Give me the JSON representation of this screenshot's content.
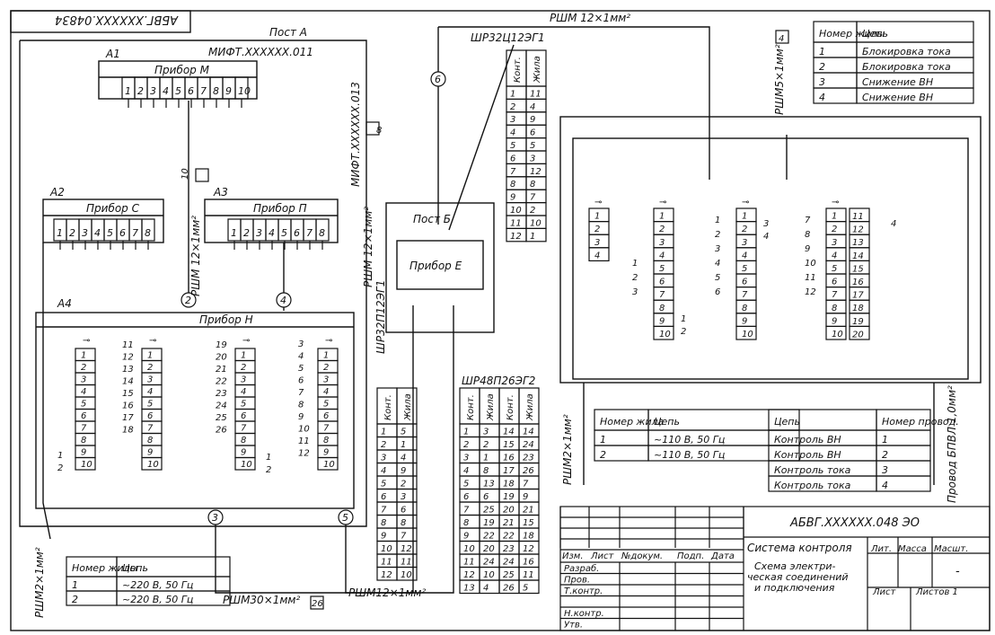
{
  "corner_code": "АБВГ.XXXXXX.04834",
  "posts": {
    "a": "Пост А",
    "b": "Пост Б"
  },
  "devices": {
    "m": {
      "ref": "А1",
      "name": "Прибор М",
      "doc": "МИФТ.XXXXXX.011",
      "pins": [
        "1",
        "2",
        "3",
        "4",
        "5",
        "6",
        "7",
        "8",
        "9",
        "10"
      ]
    },
    "c": {
      "ref": "А2",
      "name": "Прибор С",
      "pins": [
        "1",
        "2",
        "3",
        "4",
        "5",
        "6",
        "7",
        "8"
      ]
    },
    "p": {
      "ref": "А3",
      "name": "Прибор П",
      "doc": "МИФТ.XXXXXX.013",
      "pins": [
        "1",
        "2",
        "3",
        "4",
        "5",
        "6",
        "7",
        "8"
      ]
    },
    "h": {
      "ref": "А4",
      "name": "Прибор Н"
    },
    "e": {
      "name": "Прибор Е"
    }
  },
  "h_blocks": [
    {
      "left": [],
      "pins": [
        "1",
        "2",
        "3",
        "4",
        "5",
        "6",
        "7",
        "8",
        "9",
        "10"
      ]
    },
    {
      "left": [
        "11",
        "12",
        "13",
        "14",
        "15",
        "16",
        "17",
        "18"
      ],
      "pins": [
        "1",
        "2",
        "3",
        "4",
        "5",
        "6",
        "7",
        "8",
        "9",
        "10"
      ]
    },
    {
      "left": [
        "19",
        "20",
        "21",
        "22",
        "23",
        "24",
        "25",
        "26"
      ],
      "pins": [
        "1",
        "2",
        "3",
        "4",
        "5",
        "6",
        "7",
        "8",
        "9",
        "10"
      ]
    },
    {
      "left": [
        "3",
        "4",
        "5",
        "6",
        "7",
        "8",
        "9",
        "10",
        "11",
        "12"
      ],
      "pins": [
        "1",
        "2",
        "3",
        "4",
        "5",
        "6",
        "7",
        "8",
        "9",
        "10"
      ]
    }
  ],
  "h_block1_side": [
    "1",
    "2"
  ],
  "h_block3_side": [
    "1",
    "2"
  ],
  "cables": {
    "top": "РШМ 12×1мм²",
    "c10": "РШМ 12×1мм²",
    "c10_num": "10",
    "c8": "РШМ 12×1мм²",
    "c8_num": "8",
    "c4": "РШМ5×1мм²",
    "c4_num": "4",
    "mid": "РШМ2×1мм²",
    "left": "РШМ2×1мм²",
    "bottom": "РШМ30×1мм²",
    "bottom_num": "26",
    "bottom2": "РШМ12×1мм²",
    "wire": "Провод БПВЛ 1,0мм²"
  },
  "nodes": [
    "2",
    "3",
    "4",
    "5",
    "6"
  ],
  "shr32": {
    "title": "ШР32Ц12ЭГ1",
    "headers": [
      "Конт.",
      "Жила"
    ],
    "rows": [
      [
        "1",
        "11"
      ],
      [
        "2",
        "4"
      ],
      [
        "3",
        "9"
      ],
      [
        "4",
        "6"
      ],
      [
        "5",
        "5"
      ],
      [
        "6",
        "3"
      ],
      [
        "7",
        "12"
      ],
      [
        "8",
        "8"
      ],
      [
        "9",
        "7"
      ],
      [
        "10",
        "2"
      ],
      [
        "11",
        "10"
      ],
      [
        "12",
        "1"
      ]
    ]
  },
  "shr32p": {
    "title": "ШР32П12ЭГ1",
    "headers": [
      "Конт.",
      "Жила"
    ],
    "rows": [
      [
        "1",
        "5"
      ],
      [
        "2",
        "1"
      ],
      [
        "3",
        "4"
      ],
      [
        "4",
        "9"
      ],
      [
        "5",
        "2"
      ],
      [
        "6",
        "3"
      ],
      [
        "7",
        "6"
      ],
      [
        "8",
        "8"
      ],
      [
        "9",
        "7"
      ],
      [
        "10",
        "12"
      ],
      [
        "11",
        "11"
      ],
      [
        "12",
        "10"
      ]
    ]
  },
  "shr48": {
    "title": "ШР48П26ЭГ2",
    "headers": [
      "Конт.",
      "Жила",
      "Конт.",
      "Жила"
    ],
    "rows": [
      [
        "1",
        "3",
        "14",
        "14"
      ],
      [
        "2",
        "2",
        "15",
        "24"
      ],
      [
        "3",
        "1",
        "16",
        "23"
      ],
      [
        "4",
        "8",
        "17",
        "26"
      ],
      [
        "5",
        "13",
        "18",
        "7"
      ],
      [
        "6",
        "6",
        "19",
        "9"
      ],
      [
        "7",
        "25",
        "20",
        "21"
      ],
      [
        "8",
        "19",
        "21",
        "15"
      ],
      [
        "9",
        "22",
        "22",
        "18"
      ],
      [
        "10",
        "20",
        "23",
        "12"
      ],
      [
        "11",
        "24",
        "24",
        "16"
      ],
      [
        "12",
        "10",
        "25",
        "11"
      ],
      [
        "13",
        "4",
        "26",
        "5"
      ]
    ]
  },
  "right_blocks": [
    {
      "pins": [
        "1",
        "2",
        "3",
        "4"
      ],
      "left": [],
      "right": []
    },
    {
      "pins": [
        "1",
        "2",
        "3",
        "4",
        "5",
        "6",
        "7",
        "8",
        "9",
        "10"
      ],
      "left": [
        "1",
        "2",
        "3"
      ],
      "right": [
        "1",
        "2"
      ]
    },
    {
      "pins": [
        "1",
        "2",
        "3",
        "4",
        "5",
        "6",
        "7",
        "8",
        "9",
        "10"
      ],
      "left": [
        "1",
        "2",
        "3",
        "4",
        "5",
        "6"
      ],
      "right": [
        "3",
        "4"
      ]
    },
    {
      "pins": [
        "1",
        "2",
        "3",
        "4",
        "5",
        "6",
        "7",
        "8",
        "9",
        "10"
      ],
      "left": [
        "7",
        "8",
        "9",
        "10",
        "11",
        "12"
      ],
      "right": [
        "11",
        "12",
        "13",
        "14",
        "15",
        "16",
        "17",
        "18",
        "19",
        "20"
      ],
      "extra": "4"
    }
  ],
  "table_top": {
    "headers": [
      "Номер жилы",
      "Цепь"
    ],
    "rows": [
      [
        "1",
        "Блокировка тока"
      ],
      [
        "2",
        "Блокировка тока"
      ],
      [
        "3",
        "Снижение ВН"
      ],
      [
        "4",
        "Снижение ВН"
      ]
    ]
  },
  "table_mid": {
    "headers": [
      "Номер жила",
      "Цепь"
    ],
    "rows": [
      [
        "1",
        "~110 В, 50 Гц"
      ],
      [
        "2",
        "~110 В, 50 Гц"
      ]
    ]
  },
  "table_right": {
    "headers": [
      "Цепь",
      "Номер провод."
    ],
    "rows": [
      [
        "Контроль ВН",
        "1"
      ],
      [
        "Контроль ВН",
        "2"
      ],
      [
        "Контроль тока",
        "3"
      ],
      [
        "Контроль тока",
        "4"
      ]
    ]
  },
  "table_left": {
    "headers": [
      "Номер жилы",
      "Цепь"
    ],
    "rows": [
      [
        "1",
        "~220 В, 50 Гц"
      ],
      [
        "2",
        "~220 В, 50 Гц"
      ]
    ]
  },
  "title_block": {
    "code": "АБВГ.XXXXXX.048 ЭО",
    "system": "Система контроля",
    "subtitle": [
      "Схема электри-",
      "ческая соединений",
      "и подключения"
    ],
    "col_headers": [
      "Изм.",
      "Лист",
      "№докум.",
      "Подп.",
      "Дата"
    ],
    "roles": [
      "Разраб.",
      "Пров.",
      "Т.контр.",
      "",
      "Н.контр.",
      "Утв."
    ],
    "lit": "Лит.",
    "mass": "Масса",
    "scale": "Масшт.",
    "scale_value": "-",
    "sheet": "Лист",
    "sheets": "Листов 1"
  }
}
